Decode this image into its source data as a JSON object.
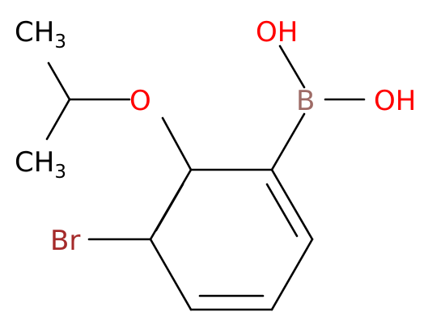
{
  "molecule": {
    "colors": {
      "bond": "#000000",
      "carbon_label": "#000000",
      "oxygen": "#ff0000",
      "boron": "#9e6b66",
      "bromine": "#a52a2a"
    },
    "labels": {
      "ch3_top": {
        "main": "CH",
        "sub": "3"
      },
      "ch3_bottom": {
        "main": "CH",
        "sub": "3"
      },
      "ether_oxygen": "O",
      "boron": "B",
      "oh_top": "OH",
      "oh_right": "OH",
      "bromine": "Br"
    }
  }
}
